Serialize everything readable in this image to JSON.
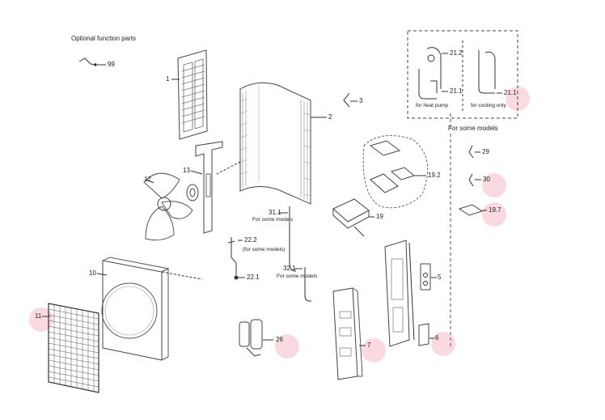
{
  "diagram": {
    "optional_header": "Optional function parts",
    "some_models_header": "For some models",
    "callouts": {
      "c99": "99",
      "c1": "1",
      "c2": "2",
      "c3": "3",
      "c12": "12",
      "c13": "13",
      "c10": "10",
      "c11": "11",
      "c21_2": "21.2",
      "c21_1a": "21.1",
      "c21_1b": "21.1",
      "c19_2": "19.2",
      "c19": "19",
      "c31_1": "31.1",
      "c22_2": "22.2",
      "c22_1": "22.1",
      "c32_1": "32.1",
      "c26": "26",
      "c7": "7",
      "c5": "5",
      "c6": "6",
      "c29": "29",
      "c30": "30",
      "c19_7": "19.7"
    },
    "notes": {
      "heat_pump": "for heat pump",
      "cooling_only": "for cooling only",
      "some_models_31": "For some models",
      "some_models_22": "(for some models)",
      "some_models_32": "For some models"
    }
  }
}
